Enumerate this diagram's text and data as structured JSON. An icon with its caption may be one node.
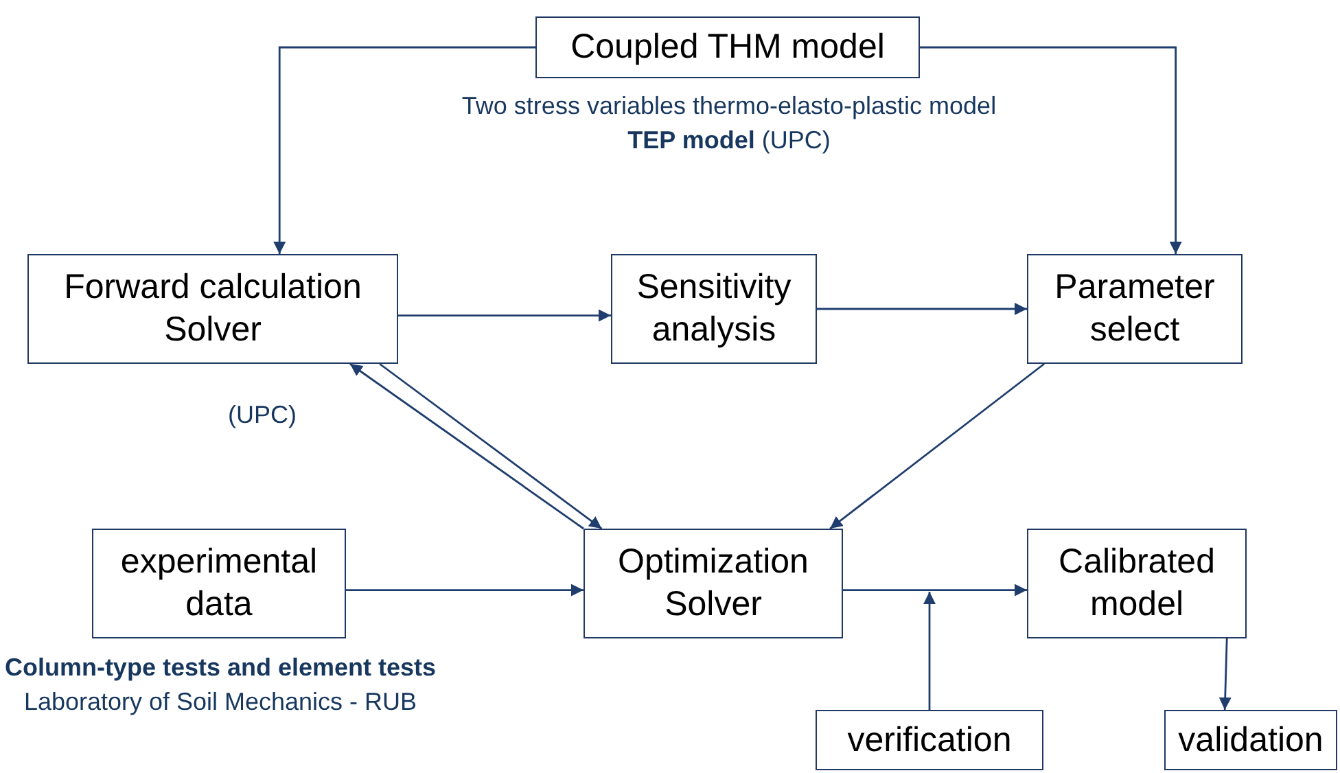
{
  "diagram": {
    "nodes": [
      {
        "text": [
          "Coupled THM model"
        ],
        "beside": [
          "Two stress variables thermo-elasto-plastic model",
          "**TEP model** (UPC)"
        ]
      },
      {
        "text": [
          "Forward calculation Solver"
        ],
        "beside": [
          "(UPC)"
        ]
      },
      {
        "text": [
          "Sensitivity analysis"
        ]
      },
      {
        "text": [
          "Parameter select"
        ]
      },
      {
        "text": [
          "experimental data"
        ],
        "beside": [
          "Column-type tests and element tests",
          "Laboratory of Soil Mechanics - RUB"
        ]
      },
      {
        "text": [
          "Optimization Solver"
        ]
      },
      {
        "text": [
          "Calibrated model"
        ]
      },
      {
        "text": [
          "verification"
        ]
      },
      {
        "text": [
          "validation"
        ]
      }
    ],
    "edges": [
      {
        "from": 0,
        "to": 1,
        "arrow": "to"
      },
      {
        "from": 0,
        "to": 3,
        "arrow": "to"
      },
      {
        "from": 1,
        "to": 2,
        "arrow": "to"
      },
      {
        "from": 2,
        "to": 3,
        "arrow": "to"
      },
      {
        "from": 1,
        "to": 5,
        "arrow": "to"
      },
      {
        "from": 5,
        "to": 1,
        "arrow": "to"
      },
      {
        "from": 3,
        "to": 5,
        "arrow": "to"
      },
      {
        "from": 4,
        "to": 5,
        "arrow": "to"
      },
      {
        "from": 5,
        "to": 6,
        "arrow": "to"
      },
      {
        "from": 7,
        "to": null,
        "arrow": "to"
      },
      {
        "from": 6,
        "to": 8,
        "arrow": "to"
      }
    ]
  }
}
